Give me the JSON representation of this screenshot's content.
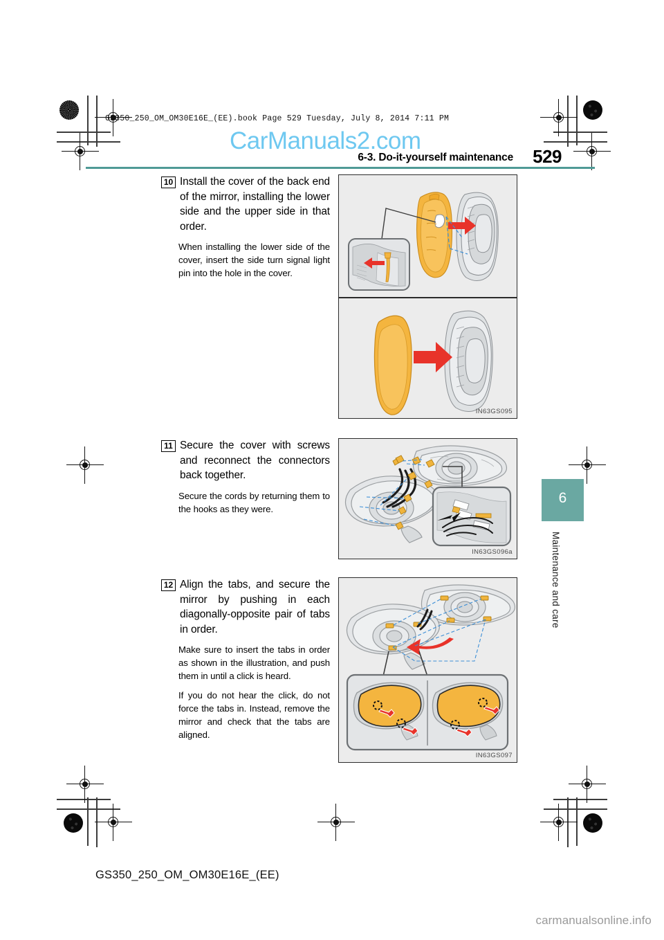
{
  "page": {
    "book_line": "GS350_250_OM_OM30E16E_(EE).book   Page 529   Tuesday, July 8, 2014   7:11 PM",
    "watermark": "CarManuals2.com",
    "watermark_color": "#6ec8f0",
    "header_title": "6-3. Do-it-yourself maintenance",
    "page_number": "529",
    "rule_color": "#4f9a96",
    "footer_code": "GS350_250_OM_OM30E16E_(EE)",
    "footer_brand": "carmanualsonline.info"
  },
  "chapter_tab": {
    "number": "6",
    "label": "Maintenance and care",
    "tab_color": "#6aa8a2"
  },
  "steps": [
    {
      "number": "10",
      "title": "Install the cover of the back end of the mirror, installing the lower side and the upper side in that order.",
      "notes": [
        "When installing the lower side of the cover, insert the side turn signal light pin into the hole in the cover."
      ],
      "illustration_id": "IN63GS095"
    },
    {
      "number": "11",
      "title": "Secure the cover with screws and reconnect the connectors back together.",
      "notes": [
        "Secure the cords by returning them to the hooks as they were."
      ],
      "illustration_id": "IN63GS096a"
    },
    {
      "number": "12",
      "title": "Align the tabs, and secure the mirror by pushing in each diagonally-opposite pair of tabs in order.",
      "notes": [
        "Make sure to insert the tabs in order as shown in the illustration, and push them in until a click is heard.",
        "If you do not hear the click, do not force the tabs in. Instead, remove the mirror and check that the tabs are aligned."
      ],
      "illustration_id": "IN63GS097"
    }
  ],
  "illustration_colors": {
    "panel_background": "#ececec",
    "panel_border": "#2b2b2b",
    "part_highlight": "#f4b53f",
    "arrow_red": "#e8332a",
    "callout_blue": "#3b8ed6",
    "mirror_gray": "#cfd2d4"
  }
}
